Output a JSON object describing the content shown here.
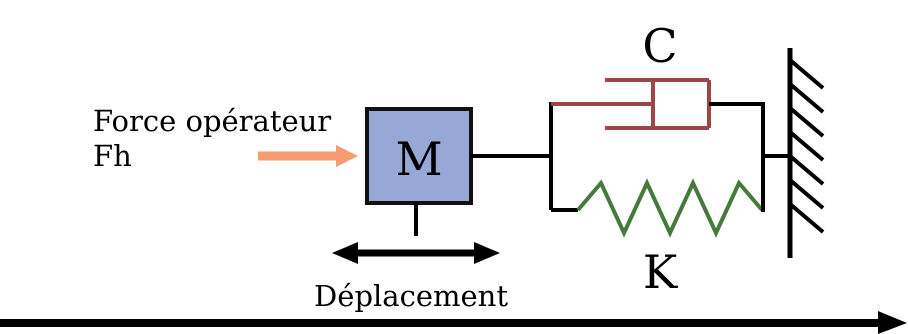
{
  "diagram": {
    "mass_label": "M",
    "damper_label": "C",
    "spring_label": "K",
    "force_label_line1": "Force opérateur",
    "force_label_line2": "Fh",
    "displacement_label": "Déplacement"
  },
  "colors": {
    "mass_fill": "#98a8d6",
    "mass_stroke": "#111111",
    "damper": "#9c4646",
    "spring": "#467a3a",
    "force_arrow": "#f79b70",
    "line": "#000000"
  }
}
